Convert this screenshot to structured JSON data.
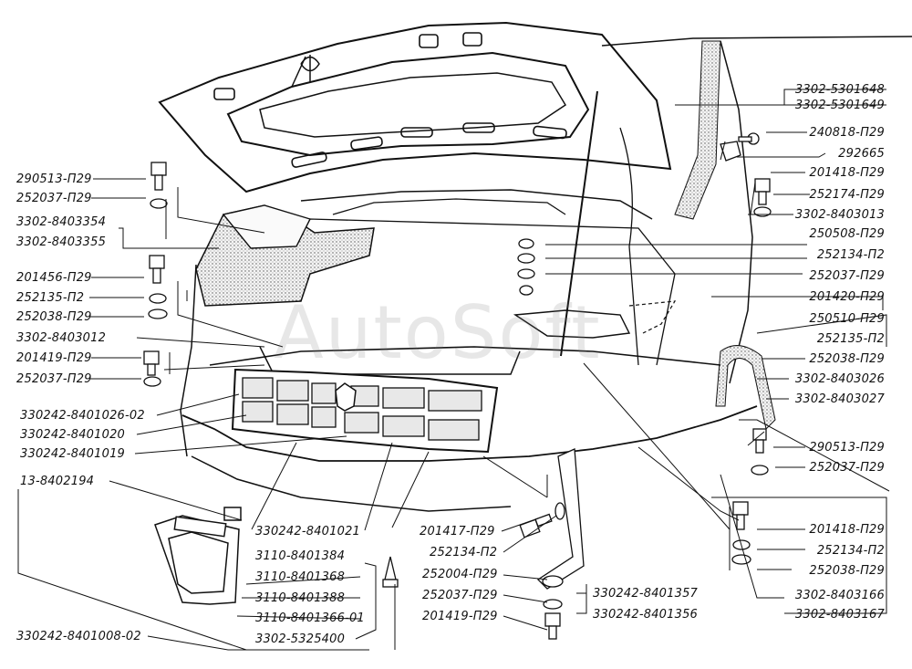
{
  "watermark": "AutoSoft",
  "labels_left": [
    "290513-П29",
    "252037-П29",
    "3302-8403354",
    "3302-8403355",
    "201456-П29",
    "252135-П2",
    "252038-П29",
    "3302-8403012",
    "201419-П29",
    "252037-П29",
    "330242-8401026-02",
    "330242-8401020",
    "330242-8401019",
    "13-8402194"
  ],
  "labels_right": [
    "3302-5301648",
    "3302-5301649",
    "240818-П29",
    "292665",
    "201418-П29",
    "252174-П29",
    "3302-8403013",
    "250508-П29",
    "252134-П2",
    "252037-П29",
    "201420-П29",
    "250510-П29",
    "252135-П2",
    "252038-П29",
    "3302-8403026",
    "3302-8403027",
    "290513-П29",
    "252037-П29",
    "201418-П29",
    "252134-П2",
    "252038-П29",
    "3302-8403166",
    "3302-8403167"
  ],
  "labels_bottom": [
    "330242-8401021",
    "201417-П29",
    "252134-П2",
    "252004-П29",
    "252037-П29",
    "201419-П29",
    "330242-8401357",
    "330242-8401356",
    "3110-8401384",
    "3110-8401368",
    "3110-8401388",
    "3110-8401366-01",
    "330242-8401008-02",
    "3302-5325400"
  ]
}
